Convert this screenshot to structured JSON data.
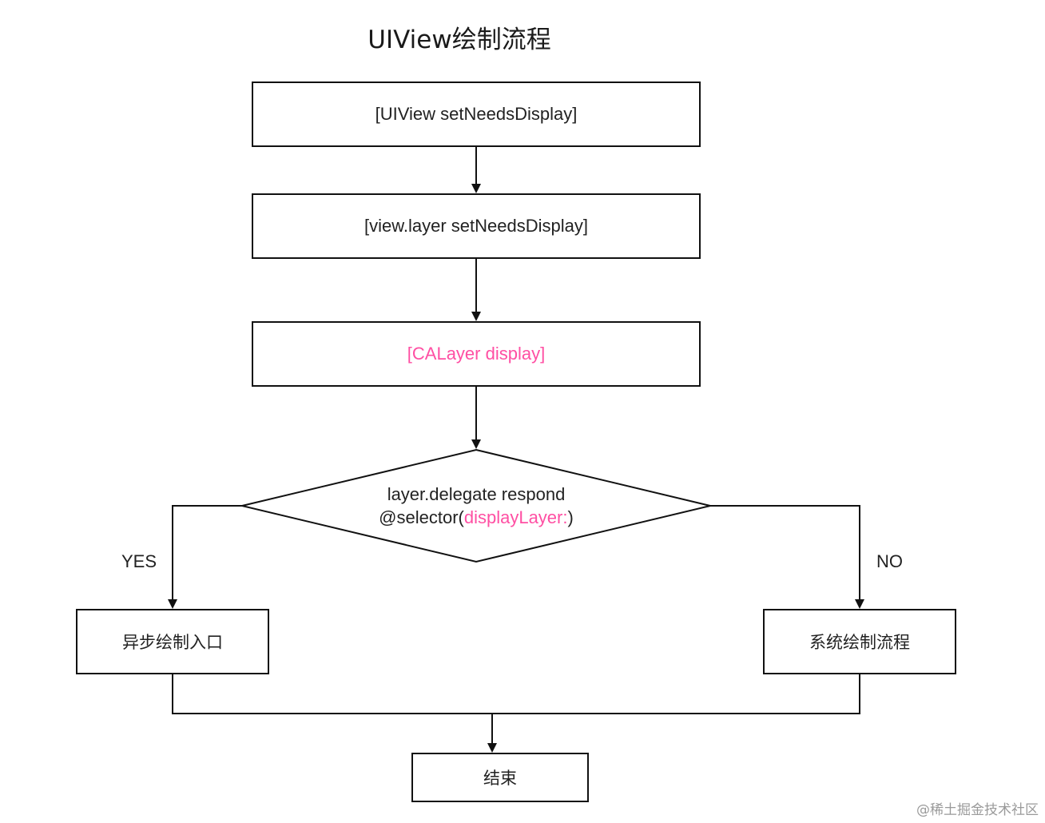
{
  "diagram": {
    "title": "UIView绘制流程",
    "nodes": {
      "step1": "[UIView setNeedsDisplay]",
      "step2": "[view.layer setNeedsDisplay]",
      "step3": "[CALayer display]",
      "decision": {
        "line1": "layer.delegate respond",
        "line2_prefix": "@selector(",
        "line2_highlight": "displayLayer:",
        "line2_suffix": ")"
      },
      "yes_branch": "异步绘制入口",
      "no_branch": "系统绘制流程",
      "end": "结束"
    },
    "edge_labels": {
      "yes": "YES",
      "no": "NO"
    },
    "highlight_color": "#ff4fa3"
  },
  "watermark": "@稀土掘金技术社区"
}
